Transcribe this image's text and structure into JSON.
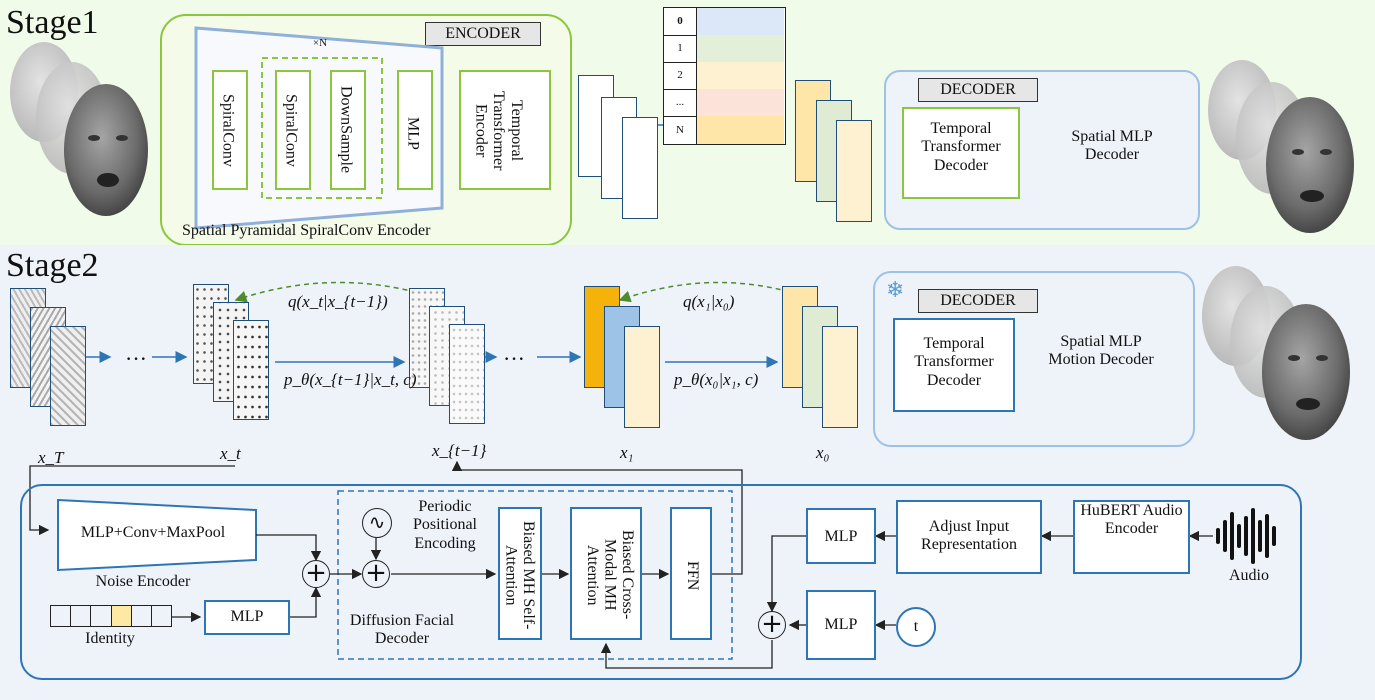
{
  "stage1": {
    "title": "Stage1",
    "encoder_tag": "ENCODER",
    "repeat_label": "×N",
    "encoder_blocks": [
      "SpiralConv",
      "SpiralConv",
      "DownSample",
      "MLP"
    ],
    "temporal_encoder": "Temporal\nTransformer\nEncoder",
    "encoder_caption": "Spatial Pyramidal SpiralConv Encoder",
    "codebook_rows": [
      "0",
      "1",
      "2",
      "...",
      "N"
    ],
    "decoder_tag": "DECODER",
    "temporal_decoder": "Temporal Transformer Decoder",
    "spatial_decoder": "Spatial MLP Decoder",
    "codebook_colors": [
      "#dce8f7",
      "#e3efd9",
      "#fdf1d2",
      "#fbe3da",
      "#fde6a8"
    ]
  },
  "stage2": {
    "title": "Stage2",
    "q_forward": "q(x_t|x_{t−1})",
    "q_last": "q(x₁|x₀)",
    "p_step": "p_θ(x_{t−1}|x_t, c)",
    "p_last": "p_θ(x₀|x₁, c)",
    "ellipsis": "···",
    "x_labels": [
      "x_T",
      "x_t",
      "x_{t−1}",
      "x₁",
      "x₀"
    ],
    "decoder_tag": "DECODER",
    "temporal_decoder": "Temporal Transformer Decoder",
    "spatial_decoder": "Spatial MLP Motion Decoder",
    "noise_encoder_block": "MLP+Conv+MaxPool",
    "noise_encoder_label": "Noise Encoder",
    "identity_label": "Identity",
    "mlp": "MLP",
    "periodic_pe": "Periodic Positional Encoding",
    "diffusion_decoder": "Diffusion Facial Decoder",
    "self_attention": "Biased MH Self-Attention",
    "cross_attention": "Biased Cross-Modal MH Attention",
    "ffn": "FFN",
    "adjust_input": "Adjust Input Representation",
    "hubert": "HuBERT Audio Encoder",
    "audio_label": "Audio",
    "timestep": "t",
    "snowflake_icon": "snowflake-icon",
    "audio_icon": "audio-waveform-icon"
  }
}
